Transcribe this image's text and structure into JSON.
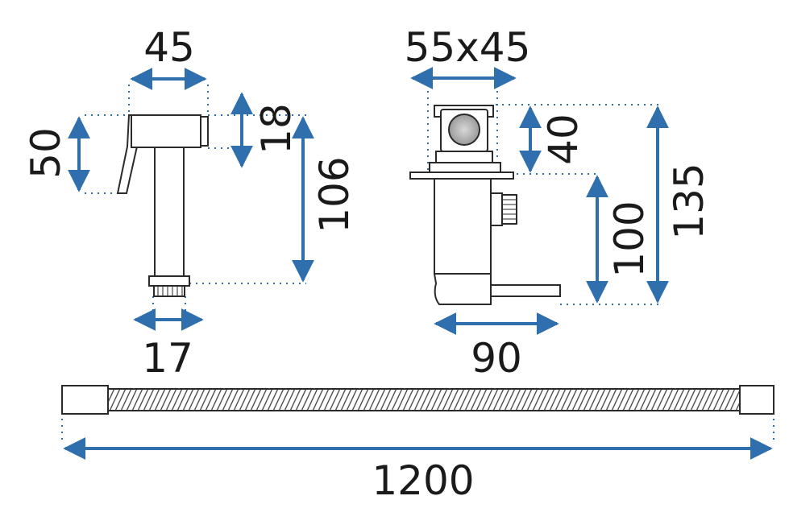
{
  "colors": {
    "arrow": "#2f6fae",
    "outline": "#2a2a2a",
    "text": "#1a1a1a",
    "metal": "#bfbfbf"
  },
  "dimensions": {
    "handset_width": "45",
    "handset_height": "50",
    "handset_head_height": "18",
    "handset_total_height": "106",
    "handset_connector": "17",
    "valve_plate": "55x45",
    "valve_top": "40",
    "valve_body": "100",
    "valve_total": "135",
    "valve_depth": "90",
    "hose_length": "1200"
  }
}
